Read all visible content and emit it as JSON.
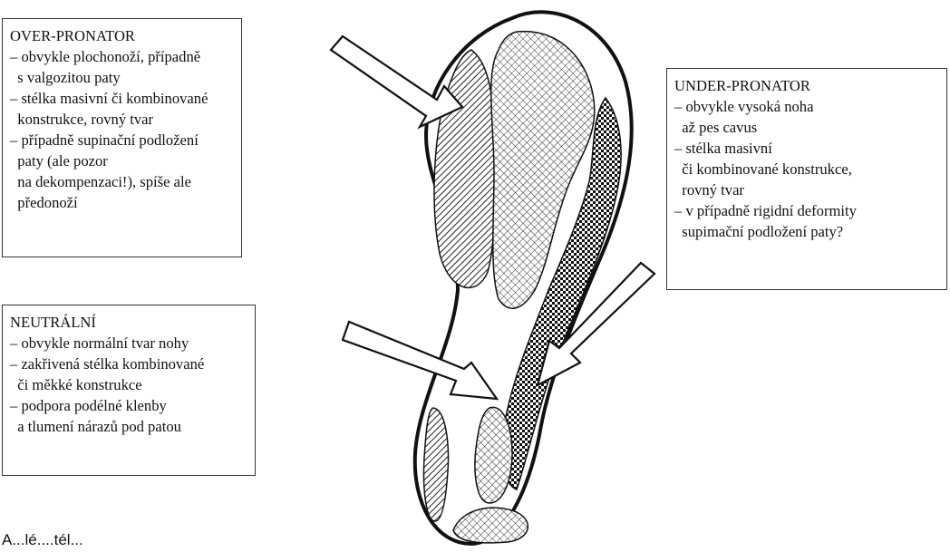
{
  "over_pronator": {
    "title": "OVER-PRONATOR",
    "lines": [
      "– obvykle plochonoží, případně",
      "  s valgozitou paty",
      "– stélka masivní či kombinované",
      "  konstrukce, rovný tvar",
      "– případně supinační podložení",
      "  paty (ale pozor",
      "  na dekompenzaci!), spíše ale",
      "  předonoží"
    ]
  },
  "neutral": {
    "title": "NEUTRÁLNÍ",
    "lines": [
      "– obvykle normální tvar nohy",
      "– zakřivená stélka kombinované",
      "  či měkké konstrukce",
      "– podpora podélné klenby",
      "  a tlumení nárazů pod patou"
    ]
  },
  "under_pronator": {
    "title": "UNDER-PRONATOR",
    "lines": [
      "– obvykle vysoká noha",
      "  až pes cavus",
      "– stélka masivní",
      "  či kombinované konstrukce,",
      "  rovný tvar",
      "– v případně rigidní deformity",
      "  supimační podložení paty?"
    ]
  },
  "footer_text": "A...lé....tél..."
}
